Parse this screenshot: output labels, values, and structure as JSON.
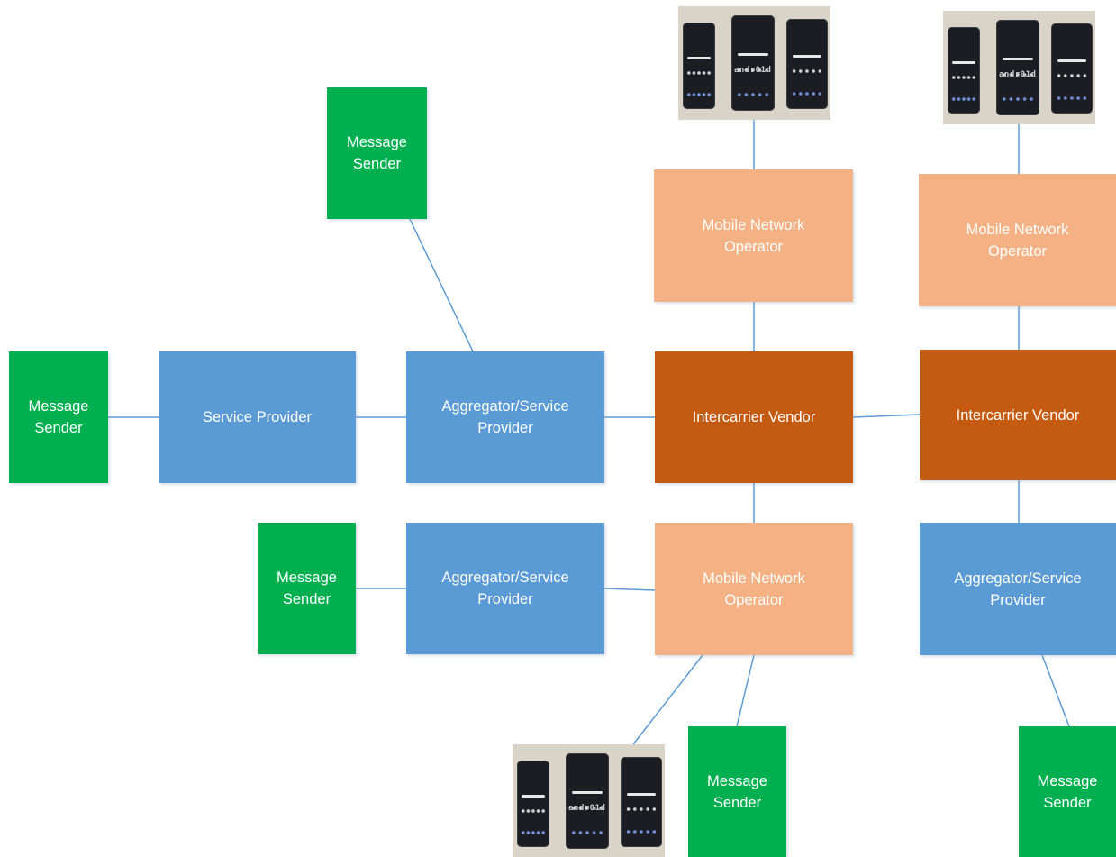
{
  "diagram": {
    "nodes": {
      "sender_top": "Message\nSender",
      "sender_left": "Message\nSender",
      "sender_mid": "Message\nSender",
      "sender_bottom": "Message\nSender",
      "sender_right": "Message\nSender",
      "service_provider": "Service Provider",
      "aggregator_1": "Aggregator/Service\nProvider",
      "aggregator_2": "Aggregator/Service\nProvider",
      "aggregator_3": "Aggregator/Service\nProvider",
      "mno_top_center": "Mobile Network\nOperator",
      "mno_top_right": "Mobile Network\nOperator",
      "mno_bottom_center": "Mobile Network\nOperator",
      "intercarrier_1": "Intercarrier Vendor",
      "intercarrier_2": "Intercarrier Vendor"
    },
    "phone_image_logo": "andr01d",
    "colors": {
      "sender": "#00b050",
      "provider": "#5b9bd5",
      "operator": "#f4b183",
      "intercarrier": "#c55a11",
      "connector": "#5b9bd5"
    }
  }
}
